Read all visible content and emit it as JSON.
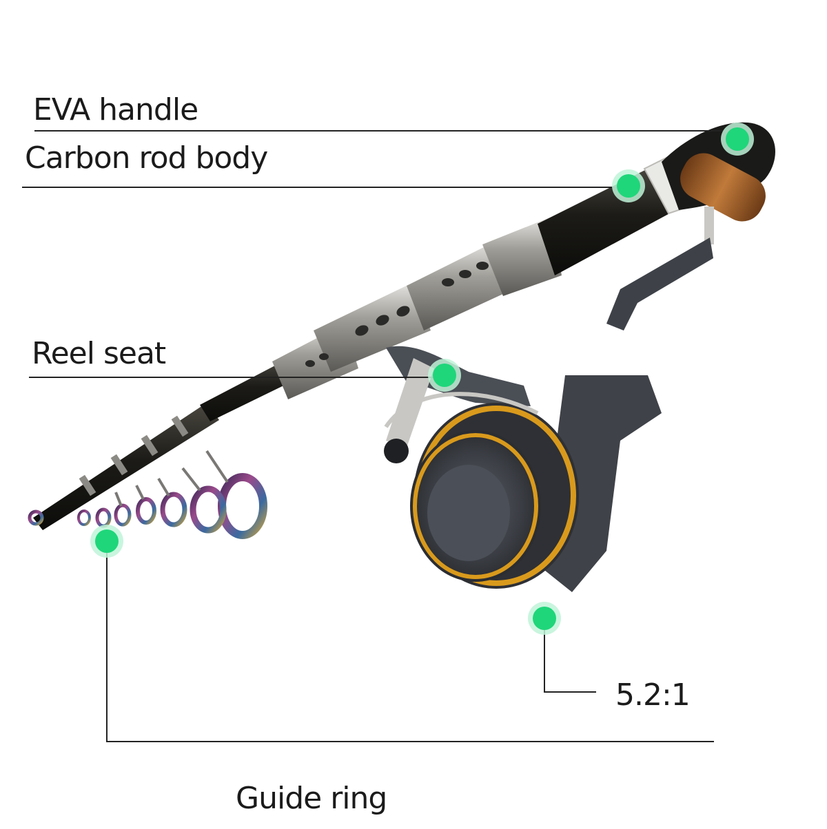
{
  "labels": {
    "eva_handle": "EVA handle",
    "carbon_rod_body": "Carbon rod body",
    "reel_seat": "Reel seat",
    "gear_ratio": "5.2:1",
    "guide_ring": "Guide ring"
  },
  "colors": {
    "marker": "#1fd67a",
    "marker_glow": "#bff3d8",
    "leader_line": "#222222",
    "rod_dark": "#1c1b17",
    "rod_metal": "#9a9893",
    "reel_body": "#4a4e55",
    "spool_gold": "#d99a1c",
    "knob_wood": "#9a5a26"
  }
}
